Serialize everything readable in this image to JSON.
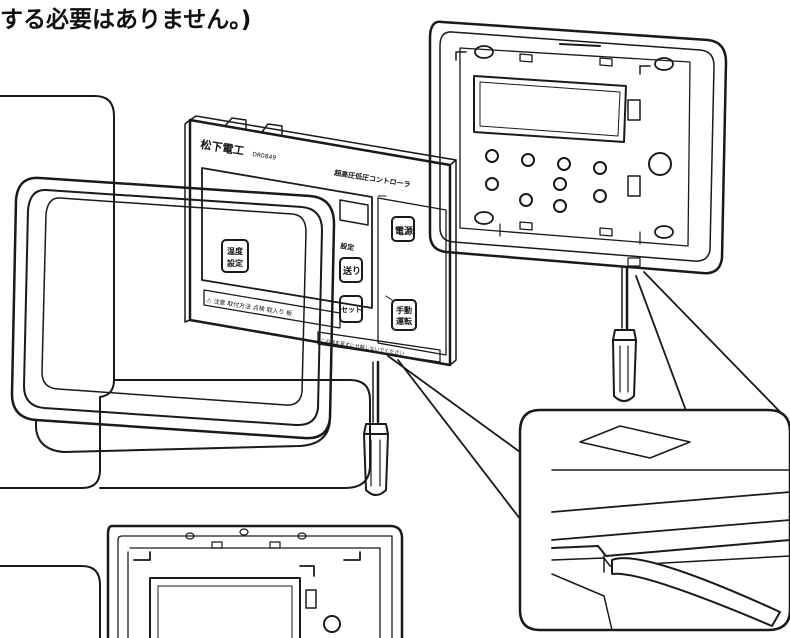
{
  "caption": "する必要はありません。)",
  "front_panel": {
    "brand": "松下電工",
    "model": "DR0849",
    "product": "超高圧低圧コントローラ",
    "buttons": {
      "power": "電源",
      "setting_heading": "設定",
      "advance": "送り",
      "set": "セット",
      "manual": "手動\n運転",
      "center": "温度\n設定"
    },
    "bottom_strip": "⚠ 注意 取付方法 点検 取入り 板",
    "right_strip": "この面を見ずに分解しないでください"
  },
  "colors": {
    "line": "#1a1a1a",
    "paper": "#ffffff"
  }
}
